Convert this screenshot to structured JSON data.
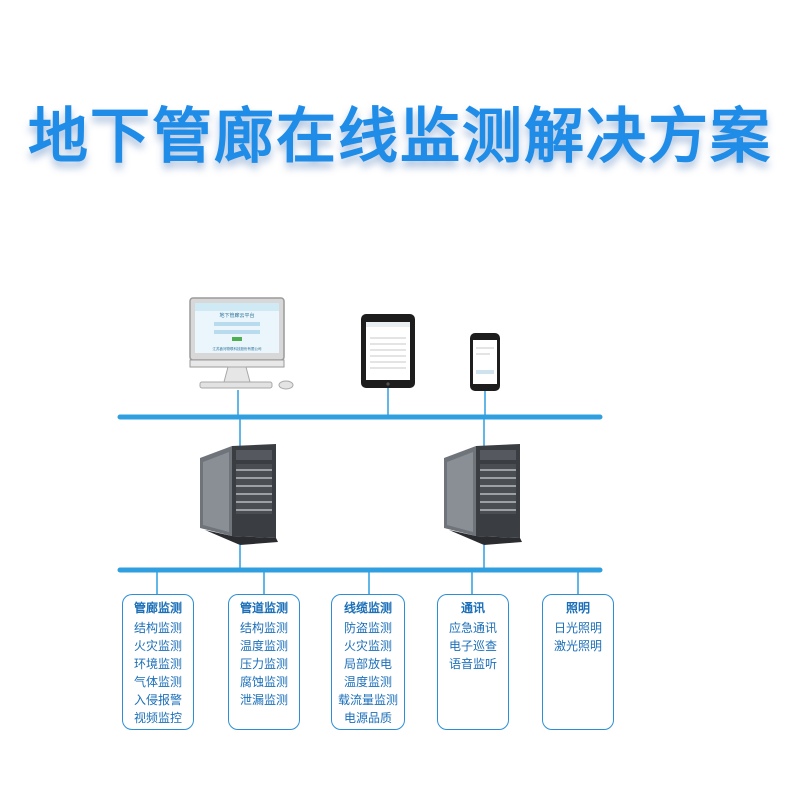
{
  "title": "地下管廊在线监测解决方案",
  "colors": {
    "title": "#1f8ce8",
    "bus": "#2f9fe0",
    "box_border": "#2c8fd6",
    "box_text": "#1b6fb8"
  },
  "devices": {
    "desktop_screen_title": "地下管廊云平台",
    "desktop_screen_footer": "江苏鑫河物联科技股份有限公司"
  },
  "categories": [
    {
      "title": "管廊监测",
      "items": [
        "结构监测",
        "火灾监测",
        "环境监测",
        "气体监测",
        "入侵报警",
        "视频监控"
      ]
    },
    {
      "title": "管道监测",
      "items": [
        "结构监测",
        "温度监测",
        "压力监测",
        "腐蚀监测",
        "泄漏监测"
      ]
    },
    {
      "title": "线缆监测",
      "items": [
        "防盗监测",
        "火灾监测",
        "局部放电",
        "温度监测",
        "载流量监测",
        "电源品质"
      ]
    },
    {
      "title": "通讯",
      "items": [
        "应急通讯",
        "电子巡查",
        "语音监听"
      ]
    },
    {
      "title": "照明",
      "items": [
        "日光照明",
        "激光照明"
      ]
    }
  ]
}
